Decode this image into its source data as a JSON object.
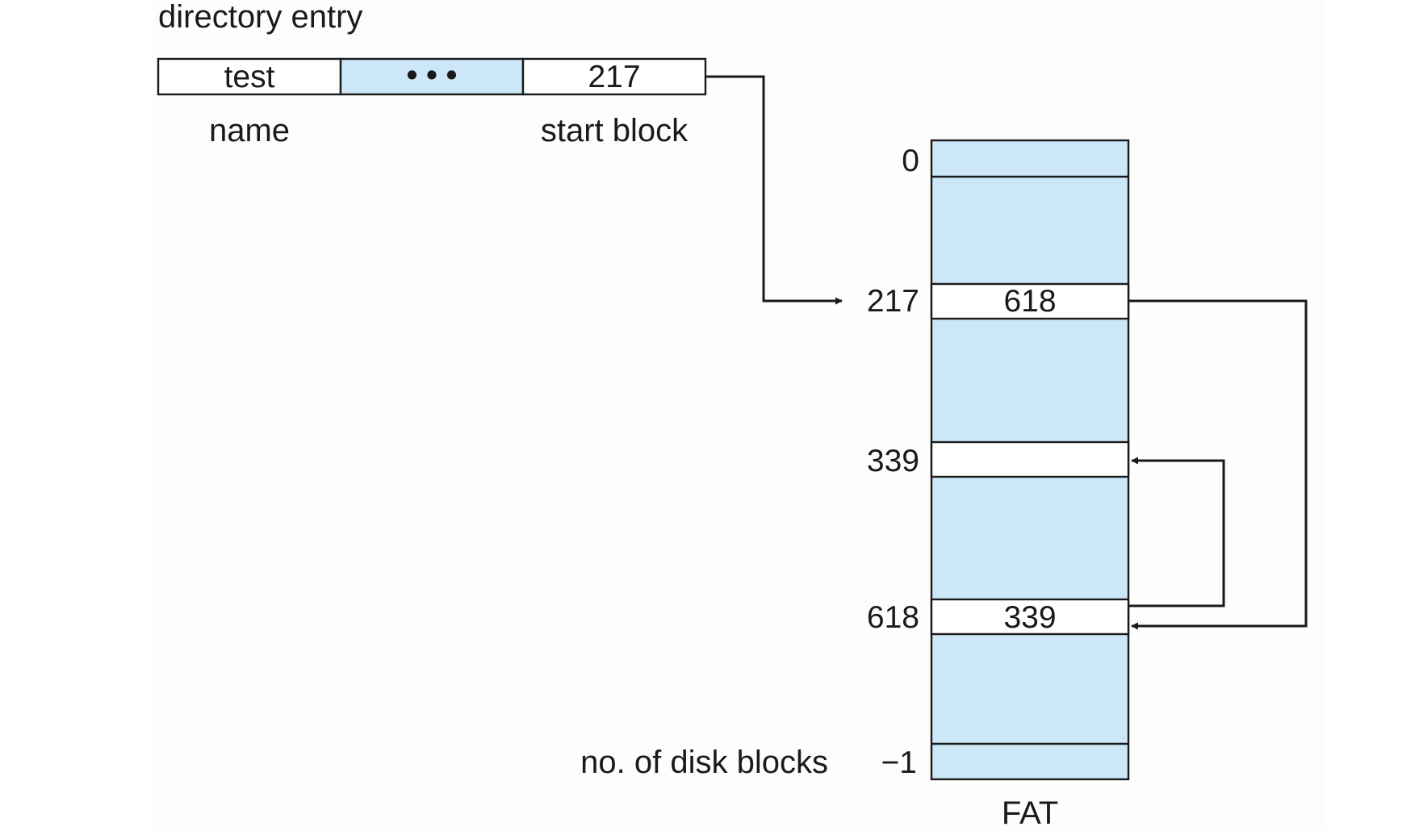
{
  "colors": {
    "background": "#fdfdfd",
    "cell_fill": "#cce8f8",
    "empty_fill": "#ffffff",
    "line": "#1a1a1a"
  },
  "directory_entry": {
    "title": "directory entry",
    "fields": [
      "test",
      "• • •",
      "217"
    ],
    "name_caption": "name",
    "start_block_caption": "start block"
  },
  "fat": {
    "caption": "FAT",
    "index_labels": {
      "first": "0",
      "block_217": "217",
      "block_339": "339",
      "block_618": "618",
      "last": "−1"
    },
    "entries": {
      "block_217": "618",
      "block_618": "339"
    },
    "size_caption": "no. of disk blocks"
  }
}
